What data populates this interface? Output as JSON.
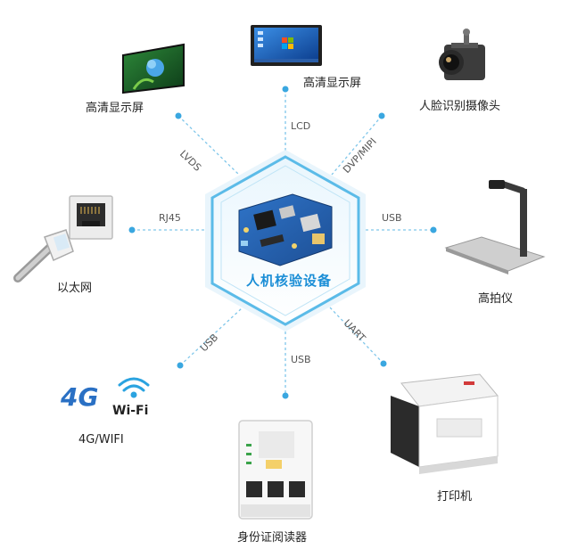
{
  "center": {
    "label": "人机核验设备"
  },
  "devices": {
    "hd_screen_left": "高清显示屏",
    "hd_screen_top": "高清显示屏",
    "face_camera": "人脸识别摄像头",
    "ethernet": "以太网",
    "doc_camera": "高拍仪",
    "wireless": "4G/WIFI",
    "printer": "打印机",
    "id_reader": "身份证阅读器"
  },
  "connections": {
    "lvds": "LVDS",
    "lcd": "LCD",
    "dvp_mipi": "DVP/MIPI",
    "rj45": "RJ45",
    "usb_right": "USB",
    "usb_lower_left": "USB",
    "usb_bottom": "USB",
    "uart": "UART"
  },
  "logos": {
    "four_g": "4G",
    "wifi": "Wi-Fi"
  },
  "colors": {
    "accent": "#3aa7e0",
    "line": "#7fc6ea",
    "dot": "#3aa7e0",
    "text": "#222222"
  }
}
